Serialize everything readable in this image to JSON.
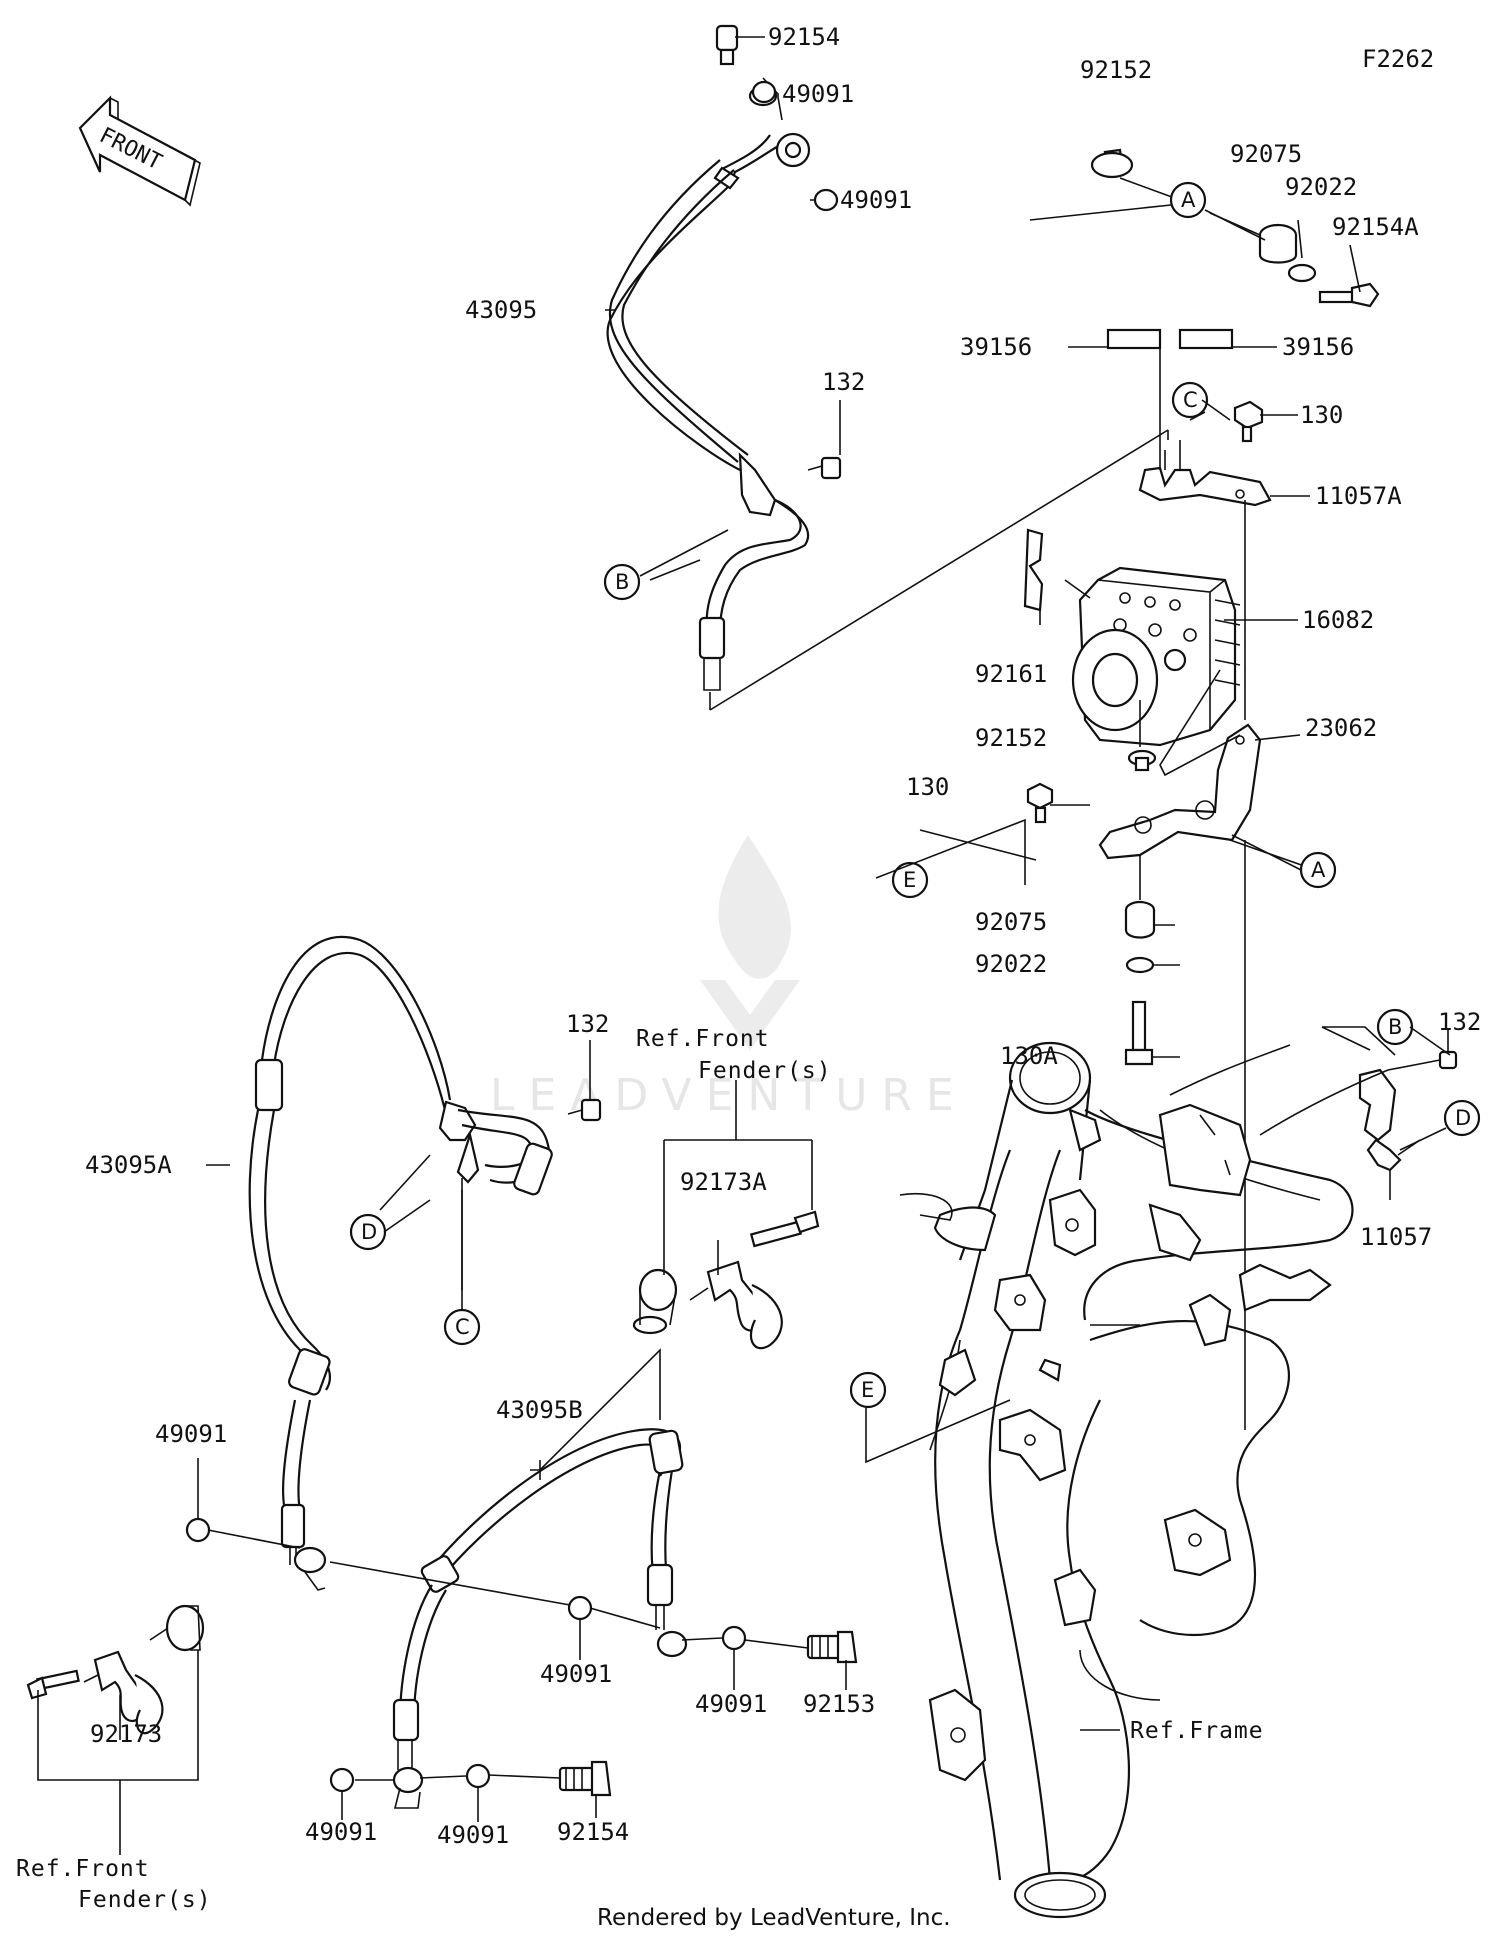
{
  "figure_code": "F2262",
  "front_label": "FRONT",
  "footer": "Rendered by LeadVenture, Inc.",
  "watermark": "LEADVENTURE",
  "labels": {
    "p92154_top": "92154",
    "p49091_a": "49091",
    "p49091_b": "49091",
    "p43095": "43095",
    "p132_top": "132",
    "p92152_top": "92152",
    "p92075_top": "92075",
    "p92022_top": "92022",
    "p92154A": "92154A",
    "p39156_l": "39156",
    "p39156_r": "39156",
    "p130_top": "130",
    "p11057A": "11057A",
    "p16082": "16082",
    "p92161": "92161",
    "p92152_mid": "92152",
    "p23062": "23062",
    "p130_mid": "130",
    "p92075_mid": "92075",
    "p92022_mid": "92022",
    "p130A": "130A",
    "p132_mid": "132",
    "p43095A": "43095A",
    "p92173A": "92173A",
    "p132_right": "132",
    "p11057": "11057",
    "p49091_left": "49091",
    "p43095B": "43095B",
    "p49091_c": "49091",
    "p49091_d": "49091",
    "p92153": "92153",
    "p92173": "92173",
    "p49091_e": "49091",
    "p49091_f": "49091",
    "p92154_bot": "92154"
  },
  "refs": {
    "front_fender_mid_1": "Ref.Front",
    "front_fender_mid_2": "Fender(s)",
    "front_fender_bot_1": "Ref.Front",
    "front_fender_bot_2": "Fender(s)",
    "frame": "Ref.Frame"
  },
  "callouts": {
    "A_top": "A",
    "A_mid": "A",
    "B_left": "B",
    "B_right": "B",
    "C_top": "C",
    "C_left": "C",
    "D_left": "D",
    "D_right": "D",
    "E_left": "E",
    "E_frame": "E"
  }
}
